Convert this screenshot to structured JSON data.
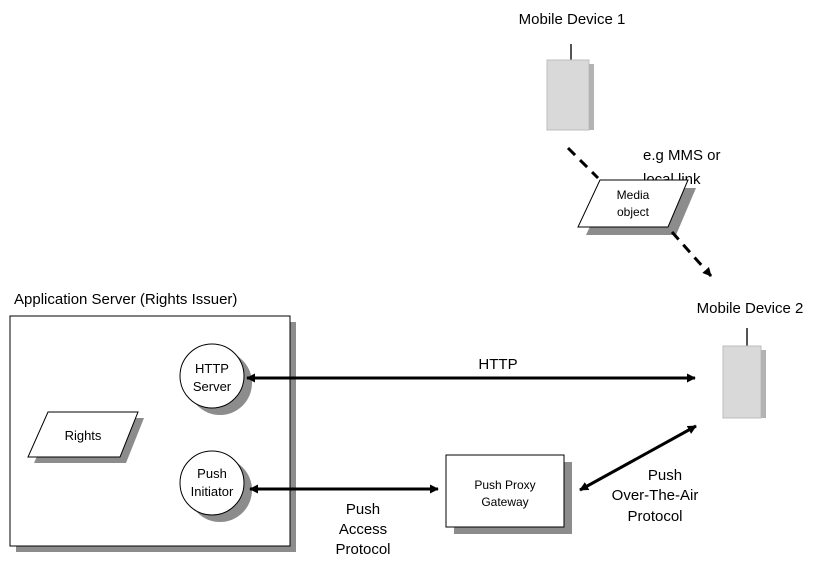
{
  "labels": {
    "mobile_device_1": "Mobile Device 1",
    "mobile_device_2": "Mobile Device 2",
    "mms_note_line1": "e.g MMS or",
    "mms_note_line2": "local link",
    "media_object_line1": "Media",
    "media_object_line2": "object",
    "app_server_title": "Application Server (Rights Issuer)",
    "http_server_line1": "HTTP",
    "http_server_line2": "Server",
    "push_initiator_line1": "Push",
    "push_initiator_line2": "Initiator",
    "rights": "Rights",
    "http": "HTTP",
    "ppg_line1": "Push Proxy",
    "ppg_line2": "Gateway",
    "pap_line1": "Push",
    "pap_line2": "Access",
    "pap_line3": "Protocol",
    "ota_line1": "Push",
    "ota_line2": "Over-The-Air",
    "ota_line3": "Protocol"
  },
  "colors": {
    "device_fill": "#d9d9d9",
    "device_side": "#b3b3b3",
    "shadow": "#8c8c8c",
    "stroke": "#000000"
  }
}
